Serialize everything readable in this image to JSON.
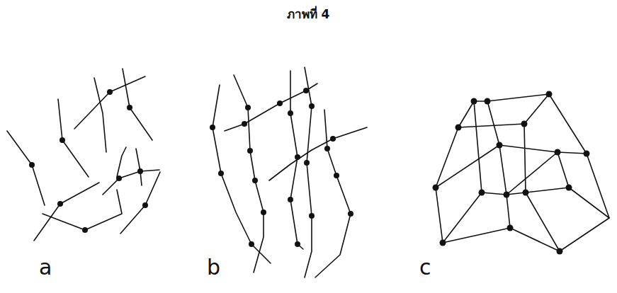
{
  "diagram": {
    "title": "ภาพที่ 4",
    "labels": [
      "a",
      "b",
      "c"
    ]
  }
}
